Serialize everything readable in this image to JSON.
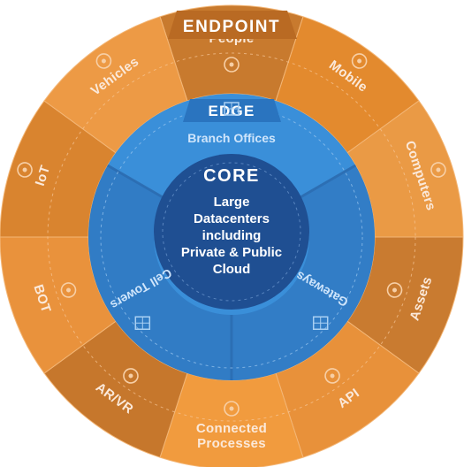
{
  "colors": {
    "orange_ring_a": "#e38a2e",
    "orange_ring_b": "#ea9a45",
    "orange_dark": "#b96a23",
    "edge_blue": "#3a8fd9",
    "edge_blue_dark": "#2a74bf",
    "core_blue": "#1f4f92",
    "core_inner": "#24457f"
  },
  "endpoint": {
    "title": "ENDPOINT",
    "segments": [
      {
        "label": "People",
        "icon": "person-icon"
      },
      {
        "label": "Mobile",
        "icon": "phone-icon"
      },
      {
        "label": "Computers",
        "icon": "laptop-icon"
      },
      {
        "label": "Assets",
        "icon": "wrench-icon"
      },
      {
        "label": "API",
        "icon": "gear-icon"
      },
      {
        "label": "Connected",
        "label2": "Processes",
        "icon": "cog-icon"
      },
      {
        "label": "AR/VR",
        "icon": "headset-icon"
      },
      {
        "label": "BOT",
        "icon": "robot-icon"
      },
      {
        "label": "IoT",
        "icon": "chip-icon"
      },
      {
        "label": "Vehicles",
        "icon": "car-icon"
      }
    ]
  },
  "edge": {
    "title": "EDGE",
    "segments": [
      {
        "label": "Branch Offices",
        "icon": "building-icon"
      },
      {
        "label": "Gateways",
        "icon": "grid-icon"
      },
      {
        "label": "Cell Towers",
        "icon": "tower-icon"
      }
    ]
  },
  "core": {
    "title": "CORE",
    "lines": [
      "Large",
      "Datacenters",
      "including",
      "Private & Public",
      "Cloud"
    ]
  }
}
